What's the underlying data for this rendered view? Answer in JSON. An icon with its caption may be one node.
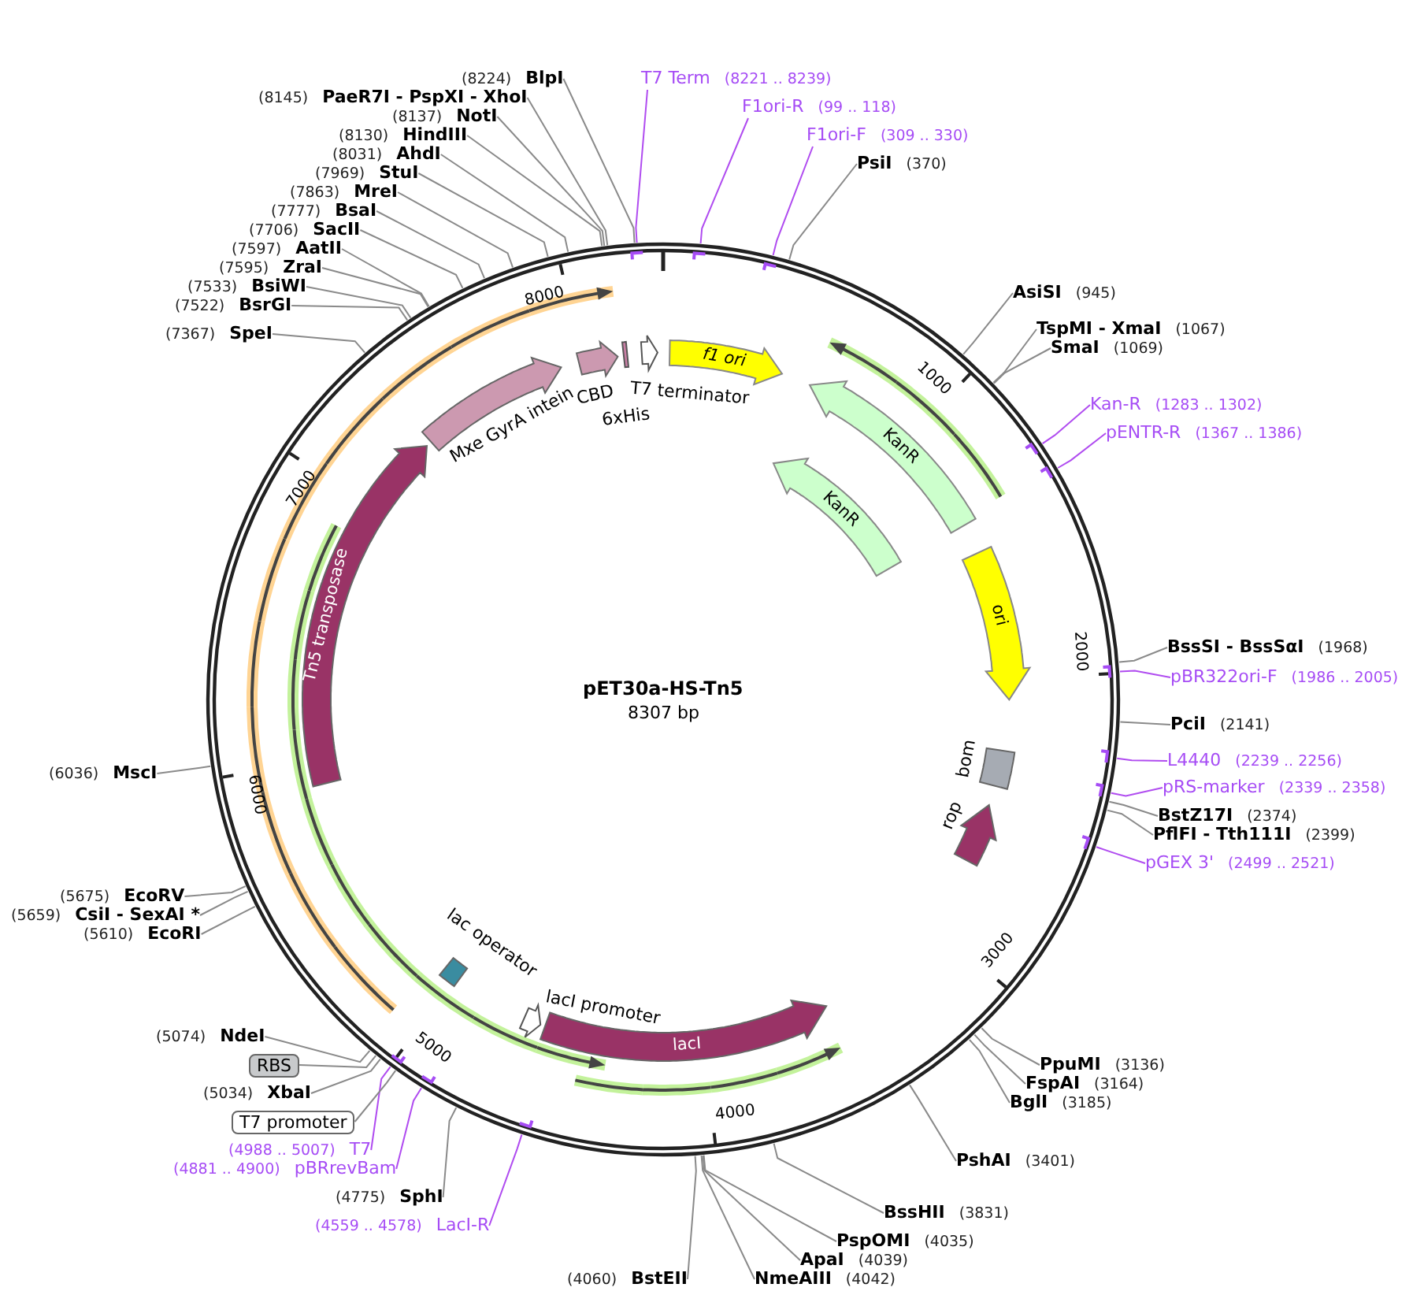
{
  "diagram": {
    "title": "pET30a-HS-Tn5",
    "nodes": [
      {
        "text": [
          "T7 Term",
          "(8221 .. 8239)"
        ]
      },
      {
        "text": [
          "F1ori-R",
          "(99 .. 118)"
        ]
      },
      {
        "text": [
          "F1ori-F",
          "(309 .. 330)"
        ]
      },
      {
        "text": [
          "PsiI",
          "(370)"
        ]
      },
      {
        "text": [
          "AsiSI",
          "(945)"
        ]
      },
      {
        "text": [
          "TspMI - XmaI",
          "(1067)"
        ]
      },
      {
        "text": [
          "SmaI",
          "(1069)"
        ]
      },
      {
        "text": [
          "Kan-R",
          "(1283 .. 1302)"
        ]
      },
      {
        "text": [
          "pENTR-R",
          "(1367 .. 1386)"
        ]
      },
      {
        "text": [
          "BssSI - BssSαI",
          "(1968)"
        ]
      },
      {
        "text": [
          "pBR322ori-F",
          "(1986 .. 2005)"
        ]
      },
      {
        "text": [
          "PciI",
          "(2141)"
        ]
      },
      {
        "text": [
          "L4440",
          "(2239 .. 2256)"
        ]
      },
      {
        "text": [
          "pRS-marker",
          "(2339 .. 2358)"
        ]
      },
      {
        "text": [
          "BstZ17I",
          "(2374)"
        ]
      },
      {
        "text": [
          "PflFI - Tth111I",
          "(2399)"
        ]
      },
      {
        "text": [
          "pGEX 3'",
          "(2499 .. 2521)"
        ]
      },
      {
        "text": [
          "PpuMI",
          "(3136)"
        ]
      },
      {
        "text": [
          "FspAI",
          "(3164)"
        ]
      },
      {
        "text": [
          "BglI",
          "(3185)"
        ]
      },
      {
        "text": [
          "PshAI",
          "(3401)"
        ]
      },
      {
        "text": [
          "BssHII",
          "(3831)"
        ]
      },
      {
        "text": [
          "PspOMI",
          "(4035)"
        ]
      },
      {
        "text": [
          "ApaI",
          "(4039)"
        ]
      },
      {
        "text": [
          "NmeAIII",
          "(4042)"
        ]
      },
      {
        "text": [
          "(4060)",
          "BstEII"
        ]
      },
      {
        "text": [
          "(4559 .. 4578)",
          "LacI-R"
        ]
      },
      {
        "text": [
          "(4775)",
          "SphI"
        ]
      },
      {
        "text": [
          "(4881 .. 4900)",
          "pBRrevBam"
        ]
      },
      {
        "text": [
          "(4988 .. 5007)",
          "T7"
        ]
      },
      {
        "text": [
          "T7 promoter"
        ]
      },
      {
        "text": [
          "(5034)",
          "XbaI"
        ]
      },
      {
        "text": [
          "RBS"
        ]
      },
      {
        "text": [
          "(5074)",
          "NdeI"
        ]
      },
      {
        "text": [
          "(5610)",
          "EcoRI"
        ]
      },
      {
        "text": [
          "(5659)",
          "CsiI - SexAI *"
        ]
      },
      {
        "text": [
          "(5675)",
          "EcoRV"
        ]
      },
      {
        "text": [
          "(6036)",
          "MscI"
        ]
      },
      {
        "text": [
          "(7367)",
          "SpeI"
        ]
      },
      {
        "text": [
          "(7522)",
          "BsrGI"
        ]
      },
      {
        "text": [
          "(7533)",
          "BsiWI"
        ]
      },
      {
        "text": [
          "(7595)",
          "ZraI"
        ]
      },
      {
        "text": [
          "(7597)",
          "AatII"
        ]
      },
      {
        "text": [
          "(7706)",
          "SacII"
        ]
      },
      {
        "text": [
          "(7777)",
          "BsaI"
        ]
      },
      {
        "text": [
          "(7863)",
          "MreI"
        ]
      },
      {
        "text": [
          "(7969)",
          "StuI"
        ]
      },
      {
        "text": [
          "(8031)",
          "AhdI"
        ]
      },
      {
        "text": [
          "(8130)",
          "HindIII"
        ]
      },
      {
        "text": [
          "(8137)",
          "NotI"
        ]
      },
      {
        "text": [
          "(8145)",
          "PaeR7I - PspXI - XhoI"
        ]
      },
      {
        "text": [
          "(8224)",
          "BlpI"
        ]
      },
      {
        "text": [
          "f1 ori"
        ]
      },
      {
        "text": [
          "T7 terminator"
        ]
      },
      {
        "text": [
          "6xHis"
        ]
      },
      {
        "text": [
          "CBD"
        ]
      },
      {
        "text": [
          "Mxe GyrA intein"
        ]
      },
      {
        "text": [
          "Tn5 transposase"
        ]
      },
      {
        "text": [
          "KanR"
        ]
      },
      {
        "text": [
          "KanR"
        ]
      },
      {
        "text": [
          "ori"
        ]
      },
      {
        "text": [
          "bom"
        ]
      },
      {
        "text": [
          "rop"
        ]
      },
      {
        "text": [
          "lacI"
        ]
      },
      {
        "text": [
          "lacI promoter"
        ]
      },
      {
        "text": [
          "lac operator"
        ]
      }
    ],
    "edges": [
      {
        "from": 0,
        "to": null,
        "arrow": "none",
        "color": "#b04cf0"
      },
      {
        "from": 1,
        "to": null,
        "arrow": "none",
        "color": "#b04cf0"
      },
      {
        "from": 2,
        "to": null,
        "arrow": "none",
        "color": "#b04cf0"
      },
      {
        "from": 3,
        "to": null,
        "arrow": "none"
      },
      {
        "from": 4,
        "to": null,
        "arrow": "none"
      },
      {
        "from": 5,
        "to": null,
        "arrow": "none"
      },
      {
        "from": 6,
        "to": null,
        "arrow": "none"
      },
      {
        "from": 7,
        "to": null,
        "arrow": "none",
        "color": "#b04cf0"
      },
      {
        "from": 8,
        "to": null,
        "arrow": "none",
        "color": "#b04cf0"
      },
      {
        "from": 9,
        "to": null,
        "arrow": "none"
      },
      {
        "from": 10,
        "to": null,
        "arrow": "none",
        "color": "#b04cf0"
      },
      {
        "from": 11,
        "to": null,
        "arrow": "none"
      },
      {
        "from": 12,
        "to": null,
        "arrow": "none",
        "color": "#b04cf0"
      },
      {
        "from": 13,
        "to": null,
        "arrow": "none",
        "color": "#b04cf0"
      },
      {
        "from": 14,
        "to": null,
        "arrow": "none"
      },
      {
        "from": 15,
        "to": null,
        "arrow": "none"
      },
      {
        "from": 16,
        "to": null,
        "arrow": "none",
        "color": "#b04cf0"
      },
      {
        "from": 17,
        "to": null,
        "arrow": "none"
      },
      {
        "from": 18,
        "to": null,
        "arrow": "none"
      },
      {
        "from": 19,
        "to": null,
        "arrow": "none"
      },
      {
        "from": 20,
        "to": null,
        "arrow": "none"
      },
      {
        "from": 21,
        "to": null,
        "arrow": "none"
      },
      {
        "from": 22,
        "to": null,
        "arrow": "none"
      },
      {
        "from": 23,
        "to": null,
        "arrow": "none"
      },
      {
        "from": 24,
        "to": null,
        "arrow": "none"
      },
      {
        "from": 25,
        "to": null,
        "arrow": "none"
      },
      {
        "from": 26,
        "to": null,
        "arrow": "none",
        "color": "#b04cf0"
      },
      {
        "from": 27,
        "to": null,
        "arrow": "none"
      },
      {
        "from": 28,
        "to": null,
        "arrow": "none",
        "color": "#b04cf0"
      },
      {
        "from": 29,
        "to": null,
        "arrow": "none",
        "color": "#b04cf0"
      },
      {
        "from": 30,
        "to": null,
        "arrow": "none"
      },
      {
        "from": 31,
        "to": null,
        "arrow": "none"
      },
      {
        "from": 32,
        "to": null,
        "arrow": "none"
      },
      {
        "from": 33,
        "to": null,
        "arrow": "none"
      },
      {
        "from": 34,
        "to": null,
        "arrow": "none"
      },
      {
        "from": 35,
        "to": null,
        "arrow": "none"
      },
      {
        "from": 36,
        "to": null,
        "arrow": "none"
      },
      {
        "from": 37,
        "to": null,
        "arrow": "none"
      },
      {
        "from": 38,
        "to": null,
        "arrow": "none"
      },
      {
        "from": 39,
        "to": null,
        "arrow": "none"
      },
      {
        "from": 40,
        "to": null,
        "arrow": "none"
      },
      {
        "from": 41,
        "to": null,
        "arrow": "none"
      },
      {
        "from": 42,
        "to": null,
        "arrow": "none"
      },
      {
        "from": 43,
        "to": null,
        "arrow": "none"
      },
      {
        "from": 44,
        "to": null,
        "arrow": "none"
      },
      {
        "from": 45,
        "to": null,
        "arrow": "none"
      },
      {
        "from": 46,
        "to": null,
        "arrow": "none"
      },
      {
        "from": 47,
        "to": null,
        "arrow": "none"
      },
      {
        "from": 48,
        "to": null,
        "arrow": "none"
      },
      {
        "from": 49,
        "to": null,
        "arrow": "none"
      },
      {
        "from": 50,
        "to": null,
        "arrow": "none"
      },
      {
        "from": 51,
        "to": null,
        "arrow": "none"
      }
    ],
    "labels": [
      "8307 bp",
      "1000",
      "2000",
      "3000",
      "4000",
      "5000",
      "6000",
      "7000",
      "8000"
    ]
  }
}
